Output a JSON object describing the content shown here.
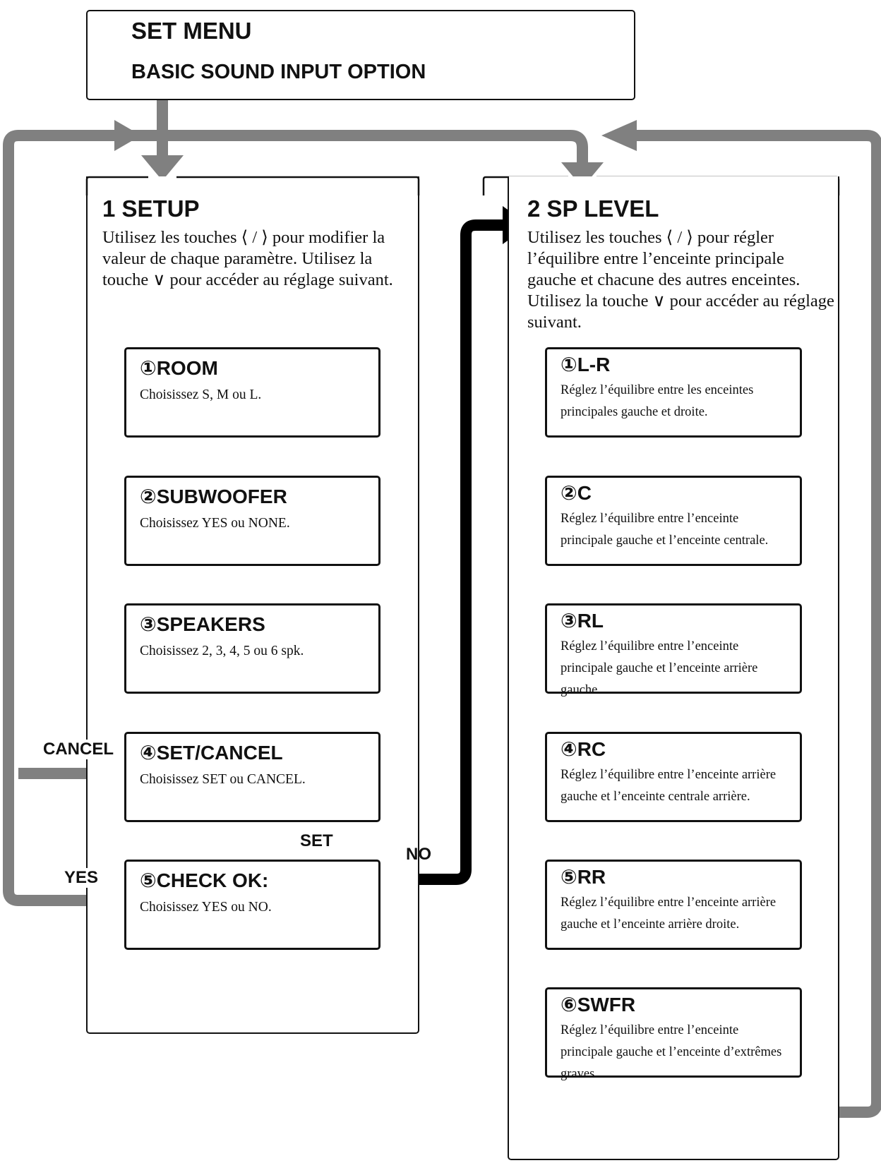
{
  "menu": {
    "title": "SET MENU",
    "subtitle": "BASIC SOUND INPUT OPTION"
  },
  "setup": {
    "title": "1 SETUP",
    "description": "Utilisez les touches ⟨ / ⟩ pour modifier la valeur de chaque paramètre. Utilisez la touche ∨ pour accéder au réglage suivant.",
    "steps": [
      {
        "title": "①ROOM",
        "desc": "Choisissez S, M ou L."
      },
      {
        "title": "②SUBWOOFER",
        "desc": "Choisissez YES ou NONE."
      },
      {
        "title": "③SPEAKERS",
        "desc": "Choisissez 2, 3, 4, 5 ou 6 spk."
      },
      {
        "title": "④SET/CANCEL",
        "desc": "Choisissez SET ou CANCEL."
      },
      {
        "title": "⑤CHECK OK:",
        "desc": "Choisissez YES ou NO."
      }
    ]
  },
  "level": {
    "title": "2 SP LEVEL",
    "description": "Utilisez les touches ⟨ / ⟩ pour régler l’équilibre entre l’enceinte principale gauche et chacune des autres enceintes. Utilisez la touche ∨ pour accéder au réglage suivant.",
    "steps": [
      {
        "title": "①L-R",
        "desc": "Réglez l’équilibre entre les enceintes principales gauche et droite."
      },
      {
        "title": "②C",
        "desc": "Réglez l’équilibre entre l’enceinte principale gauche et l’enceinte centrale."
      },
      {
        "title": "③RL",
        "desc": "Réglez l’équilibre entre l’enceinte principale gauche et l’enceinte arrière gauche."
      },
      {
        "title": "④RC",
        "desc": "Réglez l’équilibre entre l’enceinte arrière gauche et l’enceinte centrale arrière."
      },
      {
        "title": "⑤RR",
        "desc": "Réglez l’équilibre entre l’enceinte arrière gauche et l’enceinte arrière droite."
      },
      {
        "title": "⑥SWFR",
        "desc": "Réglez l’équilibre entre l’enceinte principale gauche et l’enceinte d’extrêmes graves."
      }
    ]
  },
  "labels": {
    "cancel": "CANCEL",
    "set": "SET",
    "yes": "YES",
    "no": "NO"
  },
  "colors": {
    "flow_gray": "#808080",
    "flow_black": "#000000",
    "border": "#111111"
  }
}
